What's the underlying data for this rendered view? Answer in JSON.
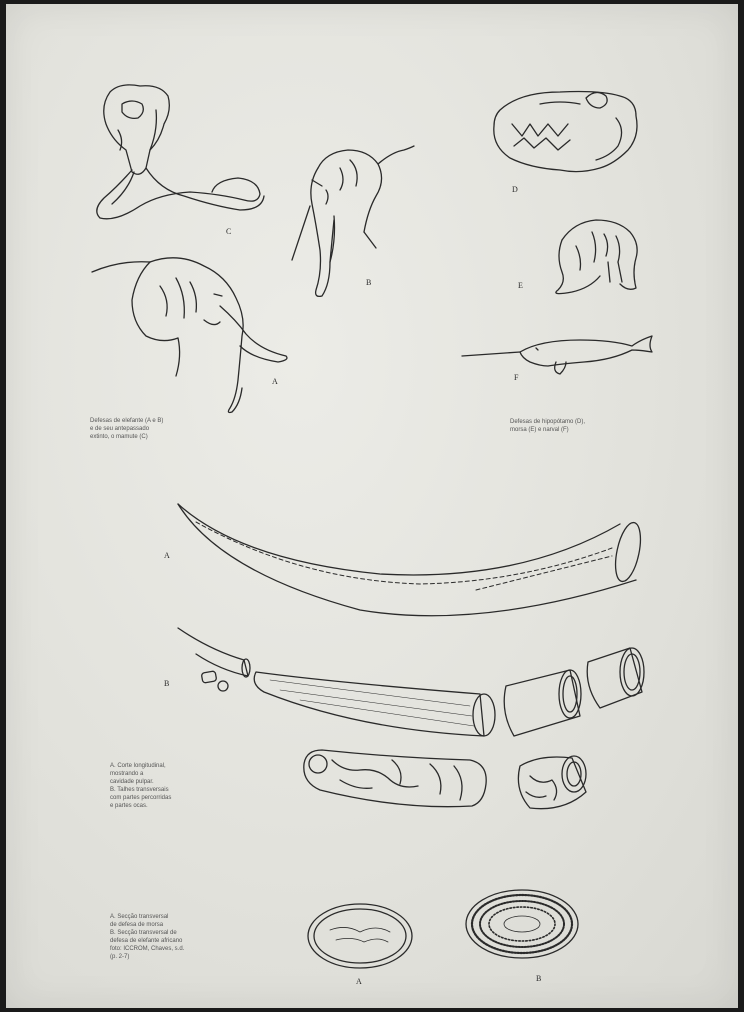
{
  "labels": {
    "mammoth": "C",
    "elephant_front": "B",
    "elephant_side": "A",
    "hippo": "D",
    "walrus": "E",
    "narwhal": "F",
    "tusk_long": "A",
    "tusk_cut": "B",
    "section_a": "A",
    "section_b": "B"
  },
  "captions": {
    "top_left": "Defesas de elefante (A e B)\ne de seu antepassado\nextinto, o mamute (C)",
    "top_right": "Defesas de hipopótamo (D),\nmorsa (E) e narval (F)",
    "middle_left": "A. Corte longitudinal,\nmostrando a\ncavidade pulpar.\nB. Talhes transversais\ncom partes percorridas\ne partes ocas.",
    "bottom_left": "A. Secção transversal\nde defesa de morsa\nB. Secção transversal de\ndefesa de elefante africano\nfoto: ICCROM, Chaves, s.d.\n(p. 2-7)"
  },
  "colors": {
    "paper": "#e4e4df",
    "ink": "#2a2a2a",
    "background": "#1a1a1a"
  }
}
